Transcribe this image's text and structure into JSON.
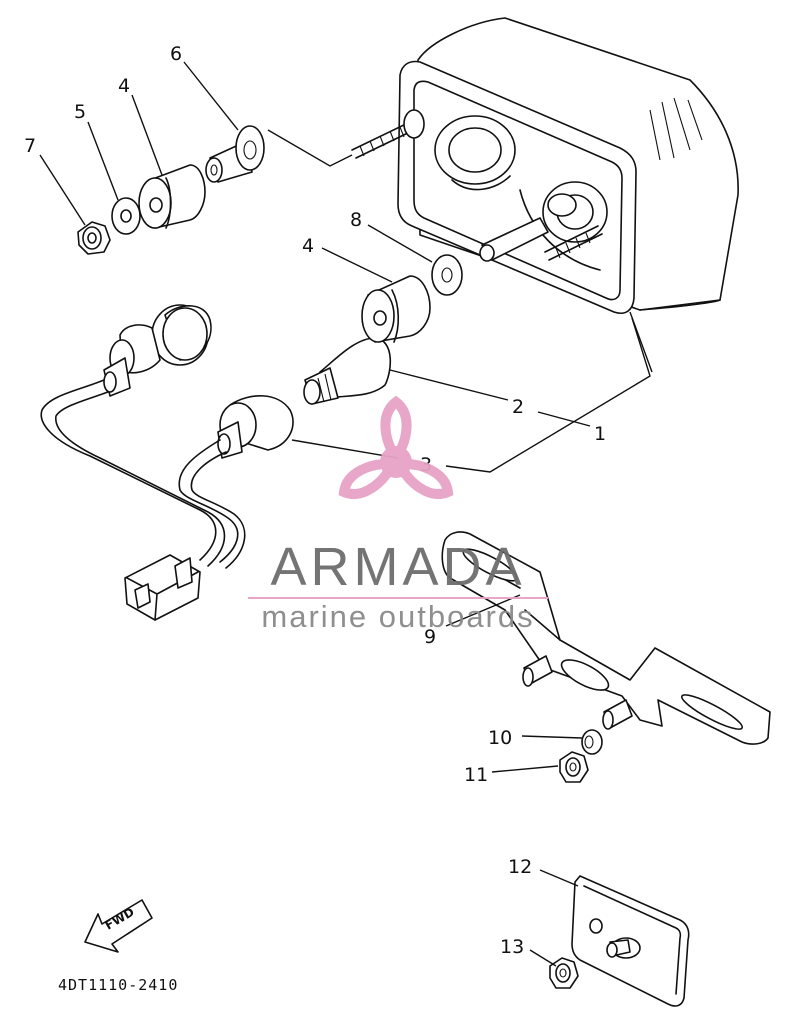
{
  "diagram": {
    "part_code": "4DT1110-2410",
    "fwd_label": "FWD",
    "callouts": [
      {
        "id": "c1",
        "label": "1"
      },
      {
        "id": "c2",
        "label": "2"
      },
      {
        "id": "c3",
        "label": "3"
      },
      {
        "id": "c4a",
        "label": "4"
      },
      {
        "id": "c4b",
        "label": "4"
      },
      {
        "id": "c5",
        "label": "5"
      },
      {
        "id": "c6",
        "label": "6"
      },
      {
        "id": "c7",
        "label": "7"
      },
      {
        "id": "c8",
        "label": "8"
      },
      {
        "id": "c9",
        "label": "9"
      },
      {
        "id": "c10",
        "label": "10"
      },
      {
        "id": "c11",
        "label": "11"
      },
      {
        "id": "c12",
        "label": "12"
      },
      {
        "id": "c13",
        "label": "13"
      }
    ]
  },
  "watermark": {
    "brand": "ARMADA",
    "tagline": "marine outboards",
    "brand_color": "#6d6d6d",
    "accent_color": "#e7a3c6",
    "tagline_color": "#8a8a8a"
  }
}
